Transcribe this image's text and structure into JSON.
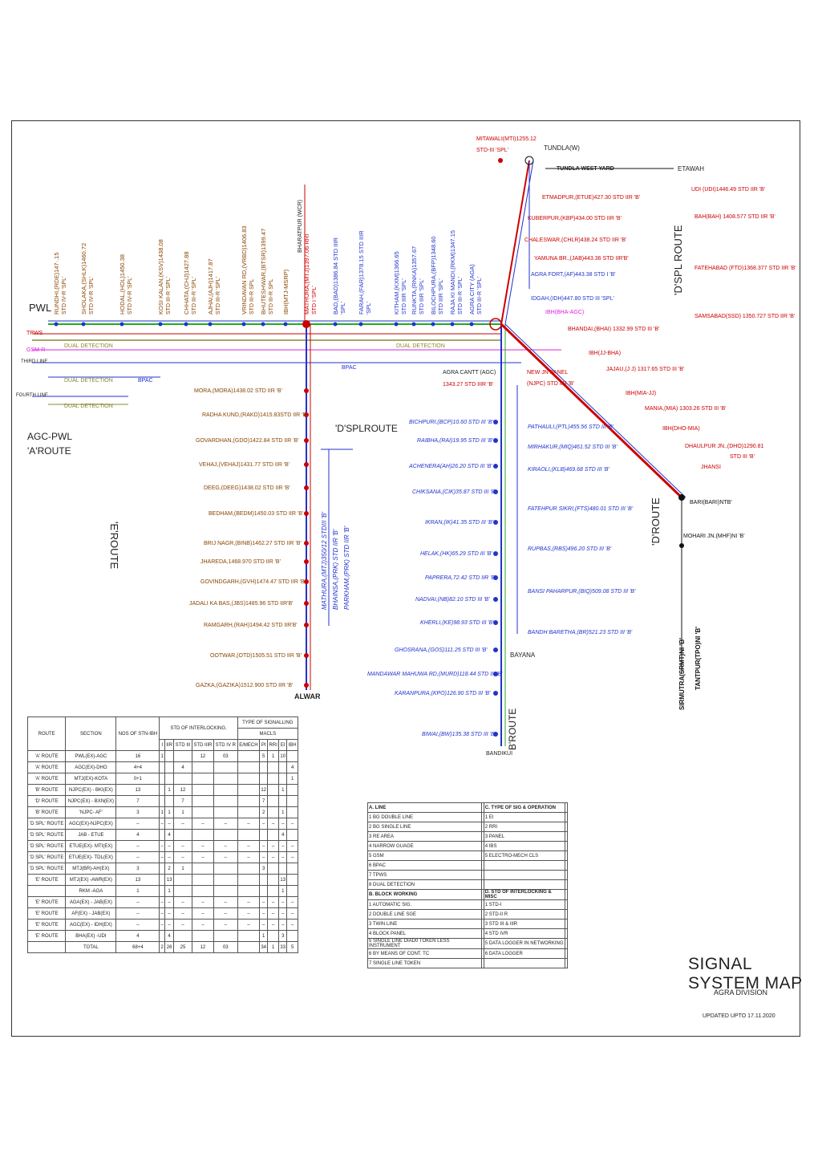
{
  "title": "SIGNAL SYSTEM MAP",
  "division": "AGRA DIVISION",
  "updated": "UPDATED UPTO 17.11.2020",
  "junctions": {
    "pwl": "PWL",
    "tundla_w": "TUNDLA(W)",
    "tundla_west_yard": "TUNDLA WEST YARD",
    "etawah": "ETAWAH",
    "alwar": "ALWAR",
    "bayana": "BAYANA",
    "bandikui": "BANDIKUI",
    "agc_pwl": "AGC-PWL",
    "a_route": "'A'ROUTE",
    "e_route": "'E'ROUTE",
    "d_route": "'D'ROUTE",
    "b_route": "B'ROUTE",
    "dspl_route": "'D'SPLROUTE",
    "dspl_route_v": "'D'SPL ROUTE",
    "tpws": "TPWS",
    "gsm_r": "GSM-R",
    "third_line": "THIRD LINE",
    "fourth_line": "FOURTH LINE",
    "dual_detection": "DUAL DETECTION",
    "bpac": "BPAC"
  },
  "a_route_stations": [
    {
      "name": "RUNDHI,(RDE)147·.15",
      "std": "STD IV-R 'SPL'"
    },
    {
      "name": "SHOLAKA,(SHLK)1460.72",
      "std": "STD IV-R 'SPL'"
    },
    {
      "name": "HODAL,(HDL)1450.38",
      "std": "STD IV-R 'SPL'"
    },
    {
      "name": "KOSI KALAN,(KSV)1438.08",
      "std": "STD III-R 'SPL'"
    },
    {
      "name": "CHHATA,(CHJ)1427.88",
      "std": "STD III-R 'SPL'"
    },
    {
      "name": "AJHAI,(AJH)1417.87",
      "std": "STD III-R 'SPL'"
    },
    {
      "name": "VRINDAVAN RD,(VRBD)1406.83",
      "std": "STD III-R SPL"
    },
    {
      "name": "BHUTESHWAR,(BTSR)1399.47",
      "std": "STD III-R SPL"
    },
    {
      "name": "IBH(MTJ-MSRP)",
      "std": ""
    },
    {
      "name": "MATHURA,(MTJ)1397.06 RRI",
      "std": "STD I 'SPL'"
    },
    {
      "name": "BAD,(BAD)1386.84 STD IIIR",
      "std": "'SPL'"
    },
    {
      "name": "FARAH,(FAR)1378.15 STD IIIR",
      "std": "'SPL'"
    },
    {
      "name": "KITHAM,(KXM)1366.65",
      "std": "STD IIIR 'SPL'"
    },
    {
      "name": "RUNKTA,(RNKA)1357.67",
      "std": "STD IIIR 'SPL'"
    },
    {
      "name": "BILOCHPURA,(BFP)1348.60",
      "std": "STD IIIR 'SPL'"
    },
    {
      "name": "RAJA KI MANDI,(RKM)1347.15",
      "std": "STD III-R 'SPL'"
    },
    {
      "name": "AGRA CITY (AGA)",
      "std": "STD III-R 'SPL'"
    }
  ],
  "misc_labels": {
    "bharatpur_wcr": "BHARATPUR (WCR)",
    "mitawali": "MITAWALI(MTI)1255.12",
    "mitawali_std": "STD-III 'SPL'",
    "agra_cantt": "AGRA CANTT (AGC)",
    "agra_cantt_km": "1343.27 STD IIIR 'B'",
    "new_jn_panel": "NEW JN PANEL",
    "njpc": "(NJPC) STD IIR 'B'",
    "bpac_left": "BPAC",
    "bpac_mid": "BPAC",
    "ibh_bha_agc": "IBH(BHA-AGC)",
    "idgah": "IDGAH,(IDH)447.80 STD III 'SPL'",
    "agra_fort": "AGRA FORT,(AF)443.38 STD I 'B'",
    "bandikui_b": "B'ROUTE"
  },
  "dspl_stations": [
    {
      "name": "UDI (UDI)1446.49 STD IIR 'B'"
    },
    {
      "name": "ETMADPUR,(ETUE)427.30 STD IIR 'B'"
    },
    {
      "name": "KUBERPUR,(KBP)434.00 STD IIR 'B'"
    },
    {
      "name": "CHALESWAR,(CHLR)438.24 STD IIR 'B'"
    },
    {
      "name": "YAMUNA BR.,(JAB)443.36 STD IIR'B'"
    },
    {
      "name": "BAH(BAH) 1408.577 STD IIR 'B'"
    },
    {
      "name": "FATEHABAD (FTD)1368.377 STD IIR 'B'"
    },
    {
      "name": "SAMSABAD(SSD) 1350.727 STD IIR 'B'"
    },
    {
      "name": "BHANDAI,(BHAI) 1332.99 STD III 'B'"
    }
  ],
  "d_route_stations": [
    {
      "name": "IBH(JJ-BHA)"
    },
    {
      "name": "JAJAU,(J J) 1317.65 STD III 'B'"
    },
    {
      "name": "IBH(MIA-JJ)"
    },
    {
      "name": "MANIA,(MIA) 1303.26 STD III 'B'"
    },
    {
      "name": "IBH(DHO-MIA)"
    },
    {
      "name": "DHAULPUR JN.,(DHO)1290.81"
    },
    {
      "name": "STD III 'B'"
    },
    {
      "name": "JHANSI"
    },
    {
      "name": "BARI(BARI)NTB'"
    },
    {
      "name": "MOHARI JN.(MHF)NI 'B'"
    },
    {
      "name": "SIRMUTRA(SRMT)NI 'B'"
    },
    {
      "name": "TANTPUR(TPO)NI 'B'"
    }
  ],
  "b_route_stations": [
    {
      "name": "BICHPURI,(BCP)10.60 STD III 'B'"
    },
    {
      "name": "RAIBHA,(RAI)19.95 STD III 'B'"
    },
    {
      "name": "ACHENERA(AH)26.20 STD III 'B'"
    },
    {
      "name": "CHIKSANA,(CIK)35.87 STD III 'B'"
    },
    {
      "name": "IKRAN,(IK)41.35 STD III 'B'"
    },
    {
      "name": "HELAK,(HK)65.29 STD III 'B'"
    },
    {
      "name": "PAPRERA,72.42 STD IIR 'B'"
    },
    {
      "name": "NADVAI,(NB)82.10 STD III 'B'"
    },
    {
      "name": "KHERLI,(KE)98.93 STD III 'B'"
    },
    {
      "name": "GHOSRANA,(GOS)111.25 STD III 'B'"
    },
    {
      "name": "MANDAWAR MAHUWA RD,(MURD)118.44 STD III 'B'"
    },
    {
      "name": "KARANPURA,(KPO)126.90 STD III 'B'"
    },
    {
      "name": "BIWAI,(BW)135.38 STD III 'B'"
    }
  ],
  "b_route_right": [
    {
      "name": "PATHAULI,(PTL)455.56 STD III 'B'"
    },
    {
      "name": "MIRHAKUR,(MIQ)461.52 STD III 'B'"
    },
    {
      "name": "KIRAOLI,(KLB)469.68 STD III 'B'"
    },
    {
      "name": "FATEHPUR SIKRI,(FTS)480.01 STD III 'B'"
    },
    {
      "name": "RUPBAS,(RBS)496.20 STD III 'B'"
    },
    {
      "name": "BANSI PAHARPUR,(BIQ)509.08 STD III 'B'"
    },
    {
      "name": "BANDH BARETHA,(BR)521.23 STD III 'B'"
    }
  ],
  "e_route_stations": [
    {
      "name": "MORA,(MORA)1438.02 STD IIR 'B'"
    },
    {
      "name": "RADHA KUND,(RAKD)1415.83STD IIR 'B'"
    },
    {
      "name": "GOVARDHAN,(GDO)1422.84 STD IIR 'B'"
    },
    {
      "name": "VEHAJ,(VEHAJ)1431.77 STD IIR 'B'"
    },
    {
      "name": "DEEG,(DEEG)1438.02 STD IIR 'B'"
    },
    {
      "name": "BEDHAM,(BEDM)1450.03 STD IIR 'B'"
    },
    {
      "name": "BRIJ NAGR,(BINB)1462.27 STD IIR 'B'"
    },
    {
      "name": "JHAREDA,1468.970 STD IIR 'B'"
    },
    {
      "name": "GOVINDGARH,(GVH)1474.47 STD IIR 'B'"
    },
    {
      "name": "JADALI KA BAS,(JBS)1485.96 STD IIR'B'"
    },
    {
      "name": "RAMGARH,(RAH)1494.42 STD IIR'B'"
    },
    {
      "name": "OOTWAR,(OTD)1505.51 STD IIR 'B'"
    },
    {
      "name": "GAZKA,(GAZIKA)1512.900 STD IIR 'B'"
    }
  ],
  "e_route_mid": [
    {
      "name": "MATHURA,(MTJ)350/12 STDIII 'B'"
    },
    {
      "name": "BHAINSA,(PRK) STD IIR 'B'"
    },
    {
      "name": "PARKHAM,(PRK) STD IIR 'B'"
    }
  ],
  "signalling_table": {
    "headers": [
      "ROUTE",
      "SECTION",
      "NOS OF STN-IBH",
      "STD OF INTERLOCKING.",
      "TYPE OF SIGNALLING",
      "MACLS"
    ],
    "subheaders": [
      "I",
      "IIR",
      "STD III",
      "STD IIIR",
      "STD IV R",
      "E/MECH",
      "PI",
      "RRI",
      "EI",
      "IBH"
    ],
    "rows": [
      [
        "'A' ROUTE",
        "PWL(EX)-AGC",
        "16",
        "1",
        "",
        "",
        "12",
        "03",
        "",
        "5",
        "1",
        "10",
        ""
      ],
      [
        "'A' ROUTE",
        "AGC(EX)-DHO",
        "4+4",
        "",
        "",
        "4",
        "",
        "",
        "",
        "",
        "",
        "",
        "4"
      ],
      [
        "'A' ROUTE",
        "MTJ(EX)-KOTA",
        "0+1",
        "",
        "",
        "",
        "",
        "",
        "",
        "",
        "",
        "",
        "1"
      ],
      [
        "'B' ROUTE",
        "NJPC(EX) - BKI(EX)",
        "13",
        "",
        "1",
        "12",
        "",
        "",
        "",
        "12",
        "",
        "1",
        ""
      ],
      [
        "'D' ROUTE",
        "NJPC(EX) - BXN(EX)",
        "7",
        "",
        "",
        "7",
        "",
        "",
        "",
        "7",
        "",
        "",
        ""
      ],
      [
        "'B' ROUTE",
        "'NJPC- AF'",
        "3",
        "1",
        "1",
        "1",
        "",
        "",
        "",
        "2",
        "",
        "1",
        ""
      ],
      [
        "'D SPL' ROUTE",
        "AGC(EX)-NJPC(EX)",
        "–",
        "–",
        "–",
        "–",
        "–",
        "–",
        "–",
        "–",
        "–",
        "–",
        "–"
      ],
      [
        "'D SPL' ROUTE",
        "JAB - ETUE",
        "4",
        "",
        "4",
        "",
        "",
        "",
        "",
        "",
        "",
        "4",
        ""
      ],
      [
        "'D SPL' ROUTE",
        "ETUE(EX)- MTI(EX)",
        "–",
        "–",
        "–",
        "–",
        "–",
        "–",
        "–",
        "–",
        "–",
        "–",
        "–"
      ],
      [
        "'D SPL' ROUTE",
        "ETUE(EX)- TDL(EX)",
        "–",
        "–",
        "–",
        "–",
        "–",
        "–",
        "–",
        "–",
        "–",
        "–",
        "–"
      ],
      [
        "'D SPL' ROUTE",
        "MTJ(BR)-AH(EX)",
        "3",
        "",
        "2",
        "1",
        "",
        "",
        "",
        "3",
        "",
        "",
        ""
      ],
      [
        "'E' ROUTE",
        "MTJ(EX) -AWR(EX)",
        "13",
        "",
        "13",
        "",
        "",
        "",
        "",
        "",
        "",
        "13",
        ""
      ],
      [
        "",
        "RKM -AGA",
        "1",
        "",
        "1",
        "",
        "",
        "",
        "",
        "",
        "",
        "1",
        ""
      ],
      [
        "'E' ROUTE",
        "AGA(EX) - JAB(EX)",
        "–",
        "–",
        "–",
        "–",
        "–",
        "–",
        "–",
        "–",
        "–",
        "–",
        "–"
      ],
      [
        "'E' ROUTE",
        "AF(EX) - JAB(EX)",
        "–",
        "–",
        "–",
        "–",
        "–",
        "–",
        "–",
        "–",
        "–",
        "–",
        "–"
      ],
      [
        "'E' ROUTE",
        "AGC(EX) - IDH(EX)",
        "–",
        "–",
        "–",
        "–",
        "–",
        "–",
        "–",
        "–",
        "–",
        "–",
        "–"
      ],
      [
        "'E' ROUTE",
        "BHA(EX) -UDI",
        "4",
        "",
        "4",
        "",
        "",
        "",
        "",
        "1",
        "",
        "3",
        ""
      ],
      [
        "",
        "TOTAL",
        "68+4",
        "2",
        "26",
        "25",
        "12",
        "03",
        "",
        "34",
        "1",
        "33",
        "5"
      ]
    ]
  },
  "legend": {
    "a_header": "A. LINE",
    "a_items": [
      "BG DOUBLE LINE",
      "BG SINGLE LINE",
      "RE AREA",
      "NARROW GUAGE",
      "GSM",
      "BPAC",
      "TPWS",
      "DUAL DETECTION"
    ],
    "b_header": "B. BLOCK WORKING",
    "b_items": [
      "AUTOMATIC SIG.",
      "DOUBLE LINE SGE",
      "TWIN LINE",
      "BLOCK PANEL",
      "SINGLE LINE DIAD0 TOKEN LESS INSTRUMENT",
      "BY MEANS OF CONT. TC",
      "SINGLE LINE TOKEN"
    ],
    "c_header": "C. TYPE OF SIG & OPERATION",
    "c_items": [
      "EI",
      "RRI",
      "PANEL",
      "IBS",
      "ELECTRO-MECH CLS"
    ],
    "d_header": "D. STD OF INTERLOCKING & MISC",
    "d_items": [
      "STD-I",
      "STD-II R",
      "STD III & IIIR",
      "STD IVR",
      "DATA LOGGER IN NETWORKING",
      "DATA LOGGER"
    ]
  },
  "colors": {
    "line": "#22aa22",
    "tpws": "#cc0000",
    "gsm": "#dd22dd",
    "bpac": "#2233cc",
    "dual": "#888833",
    "route": "#884400"
  }
}
